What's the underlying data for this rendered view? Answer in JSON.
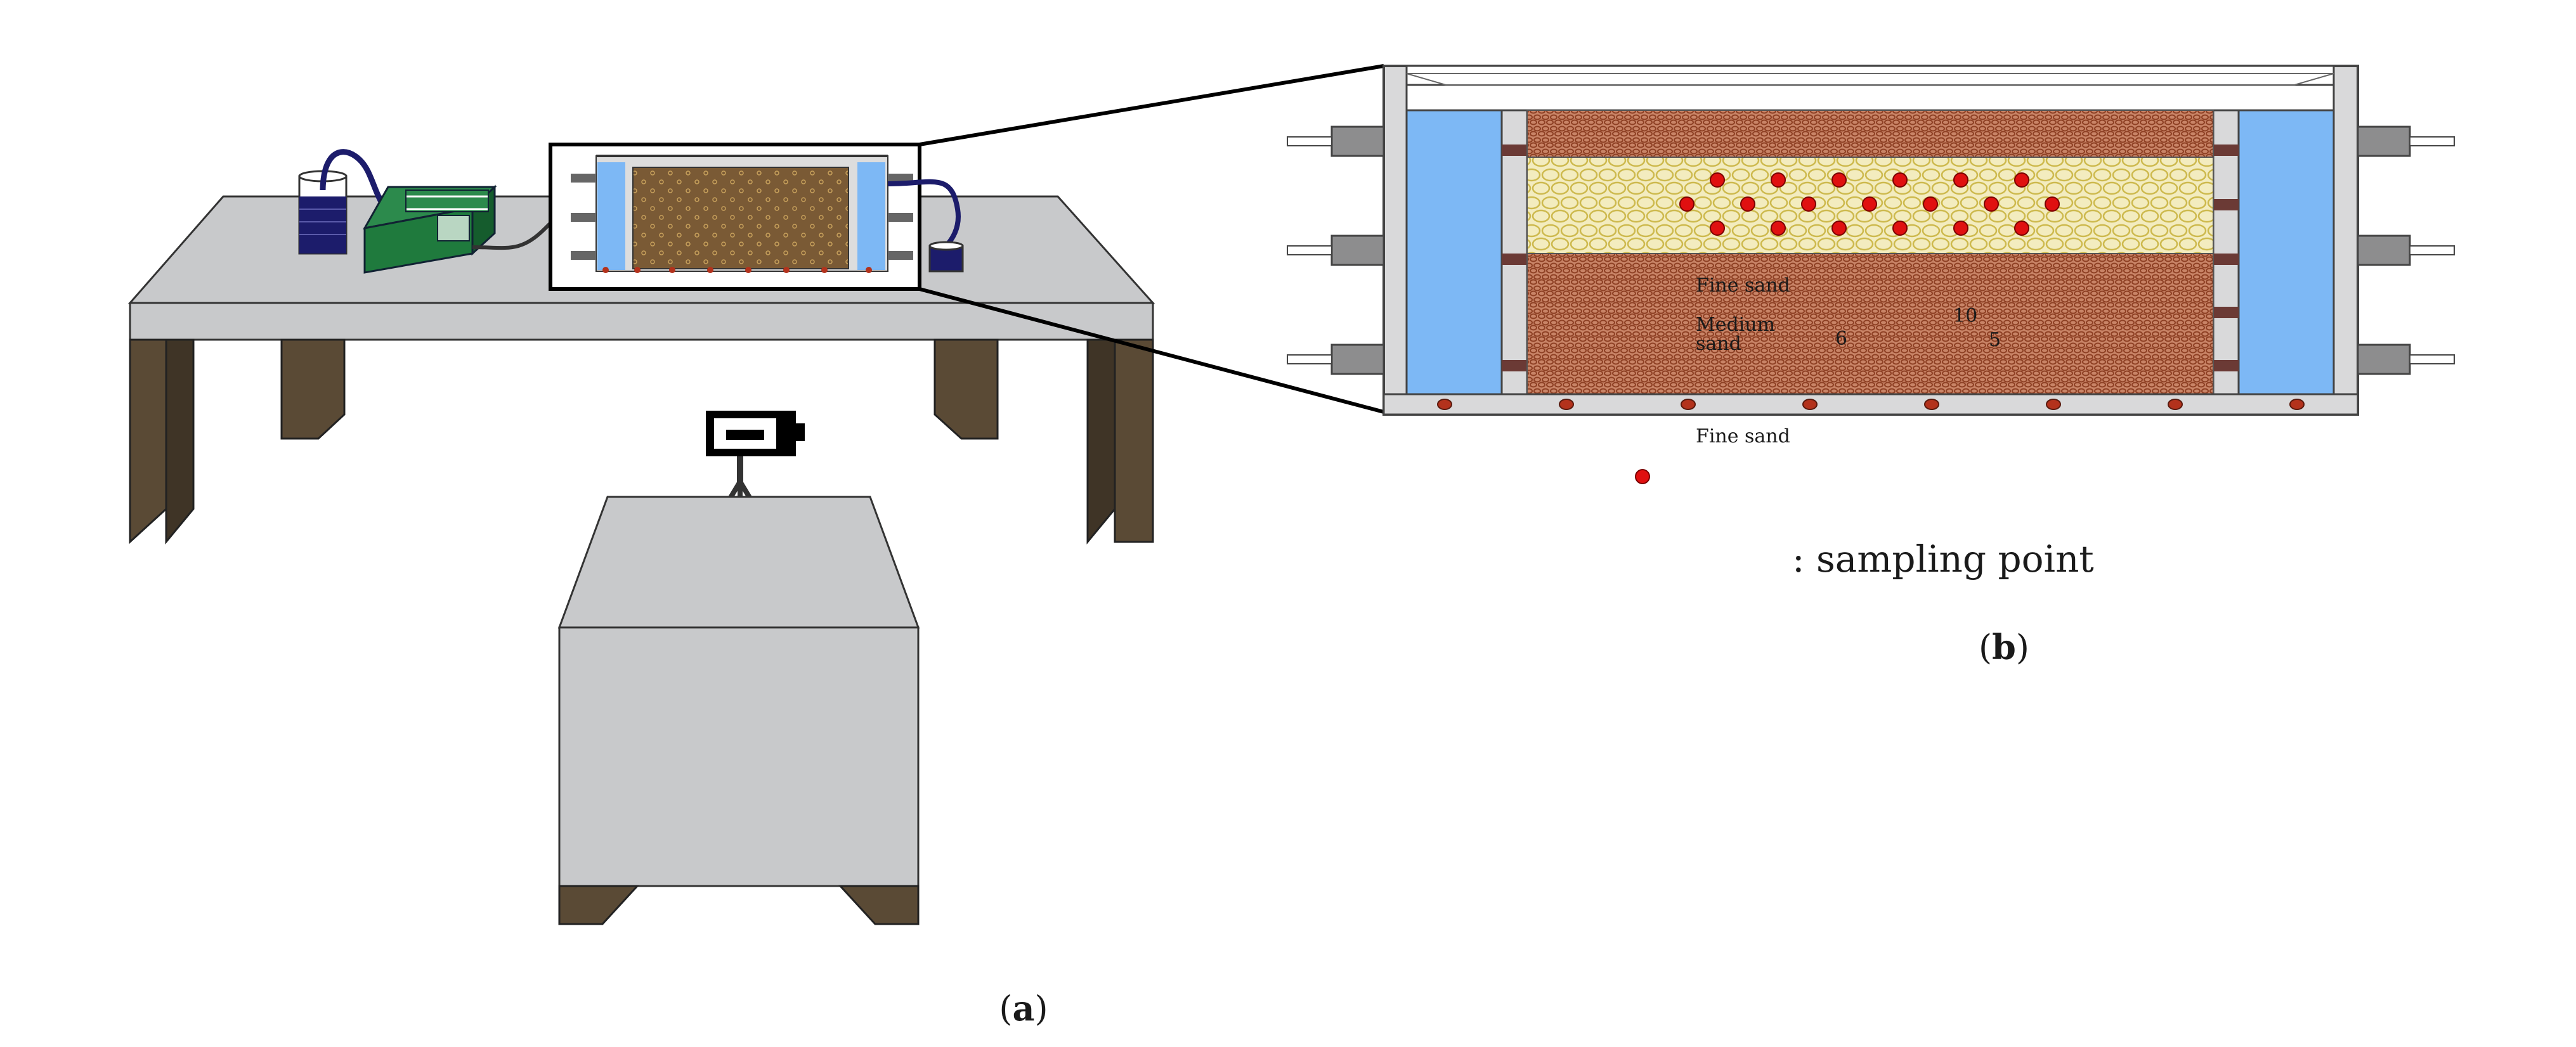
{
  "panel_a": {
    "caption_open": "(",
    "caption_letter": "a",
    "caption_close": ")"
  },
  "panel_b": {
    "caption_open": "(",
    "caption_letter": "b",
    "caption_close": ")",
    "layer_labels": {
      "fine_sand_top": "Fine sand",
      "medium_sand_line1": "Medium",
      "medium_sand_line2": "sand",
      "fine_sand_bottom": "Fine sand"
    },
    "point_numbers": {
      "n10": "10",
      "n6": "6",
      "n5": "5"
    },
    "legend": {
      "text": ": sampling point"
    }
  },
  "colors": {
    "table_top": "#c8c9cb",
    "table_leg": "#5a4a35",
    "water": "#7db8f5",
    "sand_fine": "#b06a4e",
    "sand_medium": "#e6dd9a",
    "sampling_point": "#e01010",
    "outflow_point": "#b3321c",
    "box_green": "#1f7a3d",
    "beaker_liquid": "#1c1c6b"
  },
  "icons": [
    "beaker-icon",
    "pump-icon",
    "camera-icon",
    "tripod-icon",
    "tube-icon"
  ]
}
